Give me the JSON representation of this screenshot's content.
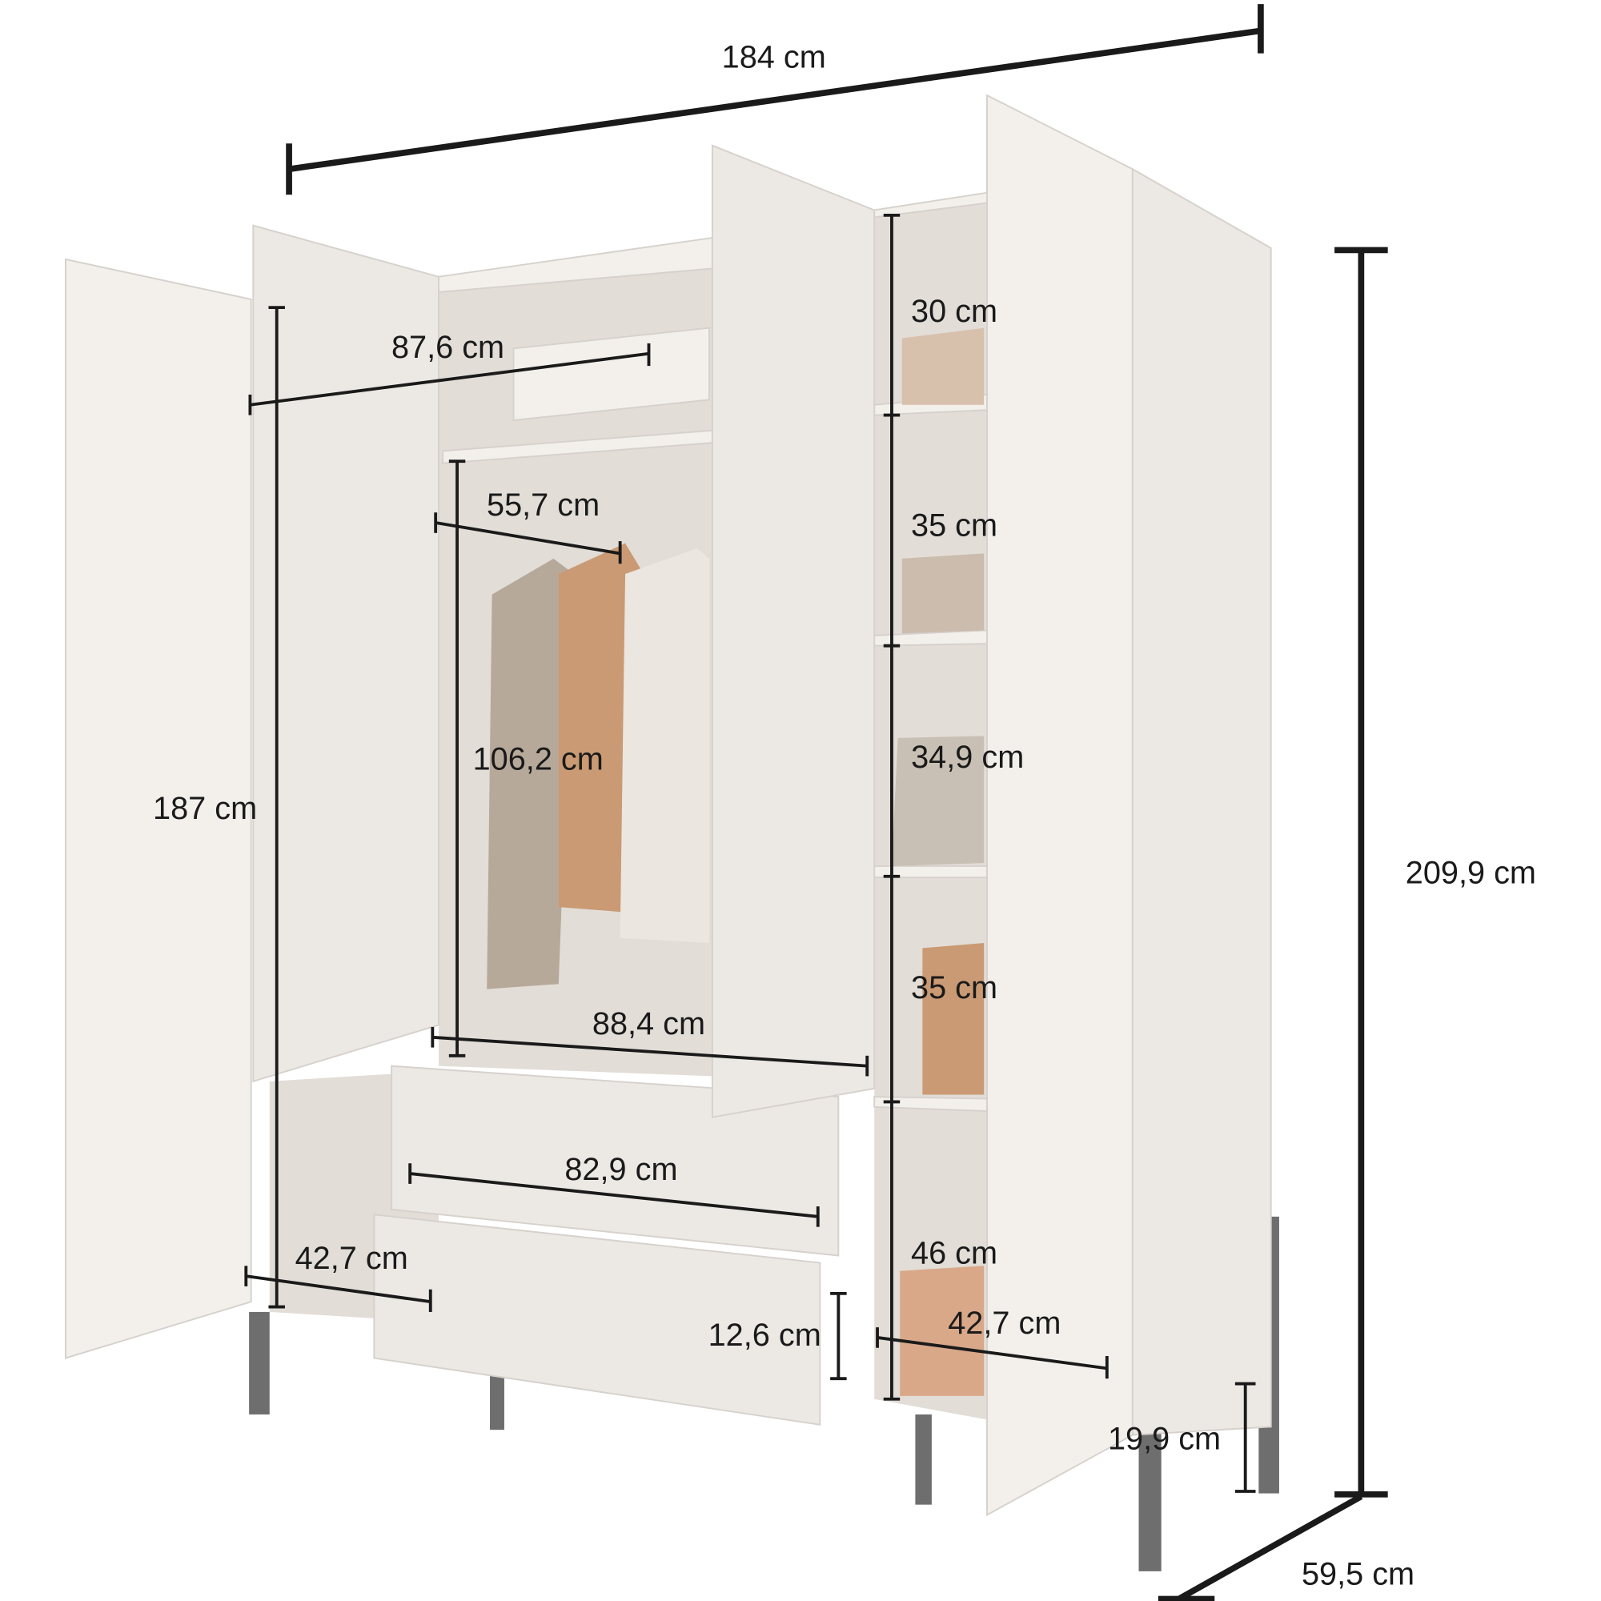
{
  "title": "Wardrobe dimensions",
  "dimensions": {
    "width": "184 cm",
    "height": "209,9 cm",
    "depth": "59,5 cm",
    "door_height": "187 cm",
    "door_width": "87,6 cm",
    "rail_depth": "55,7 cm",
    "hanging_height": "106,2 cm",
    "inner_width": "88,4 cm",
    "drawer_width": "82,9 cm",
    "drawer_depth": "42,7 cm",
    "drawer_height": "12,6 cm",
    "shelf_depth": "42,7 cm",
    "leg_height": "19,9 cm",
    "shelf_1": "30 cm",
    "shelf_2": "35 cm",
    "shelf_3": "34,9 cm",
    "shelf_4": "35 cm",
    "shelf_5": "46 cm"
  },
  "colors": {
    "panel": "#ece8e4",
    "leg": "#6e6e6e",
    "line": "#1a1a1a"
  }
}
